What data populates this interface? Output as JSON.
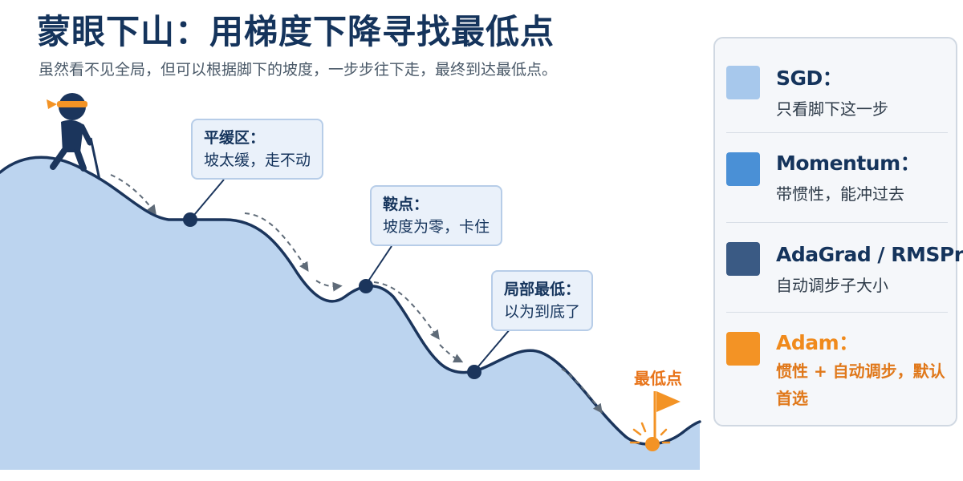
{
  "header": {
    "title": "蒙眼下山：用梯度下降寻找最低点",
    "subtitle": "虽然看不见全局，但可以根据脚下的坡度，一步步往下走，最终到达最低点。"
  },
  "callouts": [
    {
      "title": "平缓区：",
      "text": "坡太缓，走不动"
    },
    {
      "title": "鞍点：",
      "text": "坡度为零，卡住"
    },
    {
      "title": "局部最低：",
      "text": "以为到底了"
    }
  ],
  "goal": {
    "label": "最低点"
  },
  "legend": {
    "items": [
      {
        "name": "SGD：",
        "desc": "只看脚下这一步",
        "color": "#a7c8ec"
      },
      {
        "name": "Momentum：",
        "desc": "带惯性，能冲过去",
        "color": "#4a90d6"
      },
      {
        "name": "AdaGrad / RMSProp：",
        "desc": "自动调步子大小",
        "color": "#3a5a84"
      },
      {
        "name": "Adam：",
        "desc": "惯性 + 自动调步，默认首选",
        "color": "#f39325"
      }
    ]
  },
  "colors": {
    "hill_fill": "#bcd4ef",
    "hill_line": "#1b355c",
    "point": "#1b355c",
    "accent": "#f39325",
    "hiker": "#1b355c"
  },
  "icons": {
    "hiker": "blindfolded-hiker-icon",
    "flag": "flag-icon",
    "goal": "sparkle-dot-icon"
  }
}
